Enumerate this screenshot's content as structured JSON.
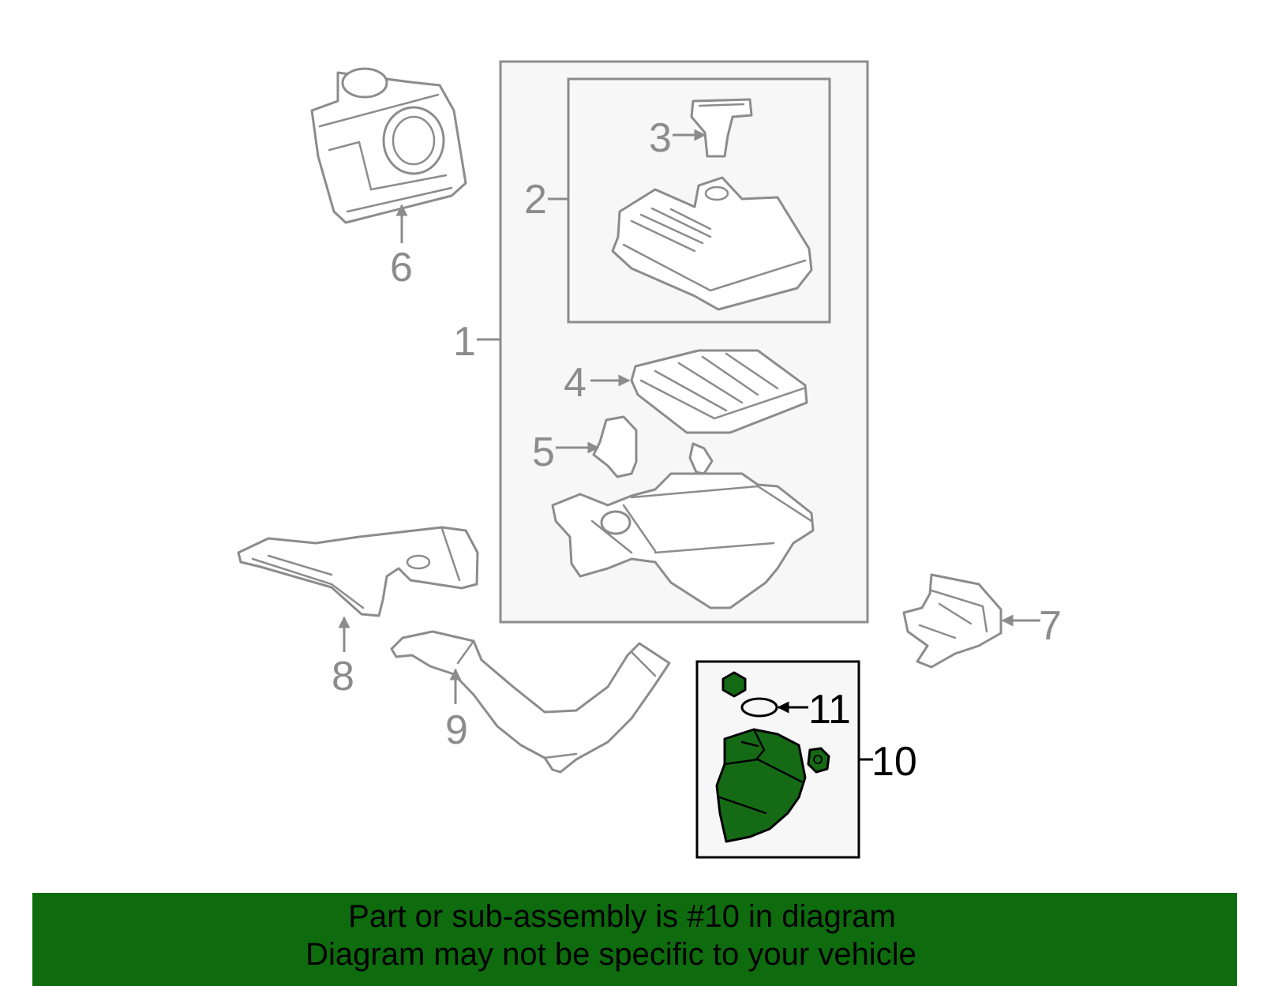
{
  "diagram": {
    "callouts": {
      "c1": "1",
      "c2": "2",
      "c3": "3",
      "c4": "4",
      "c5": "5",
      "c6": "6",
      "c7": "7",
      "c8": "8",
      "c9": "9",
      "c10": "10",
      "c11": "11"
    },
    "highlighted_part": "10",
    "colors": {
      "highlight": "#156b15",
      "banner": "#0e6b0e",
      "line": "#8c8c8c"
    }
  },
  "banner": {
    "line1": "Part or sub-assembly is #10 in diagram",
    "line2": "Diagram may not be specific to your vehicle"
  }
}
